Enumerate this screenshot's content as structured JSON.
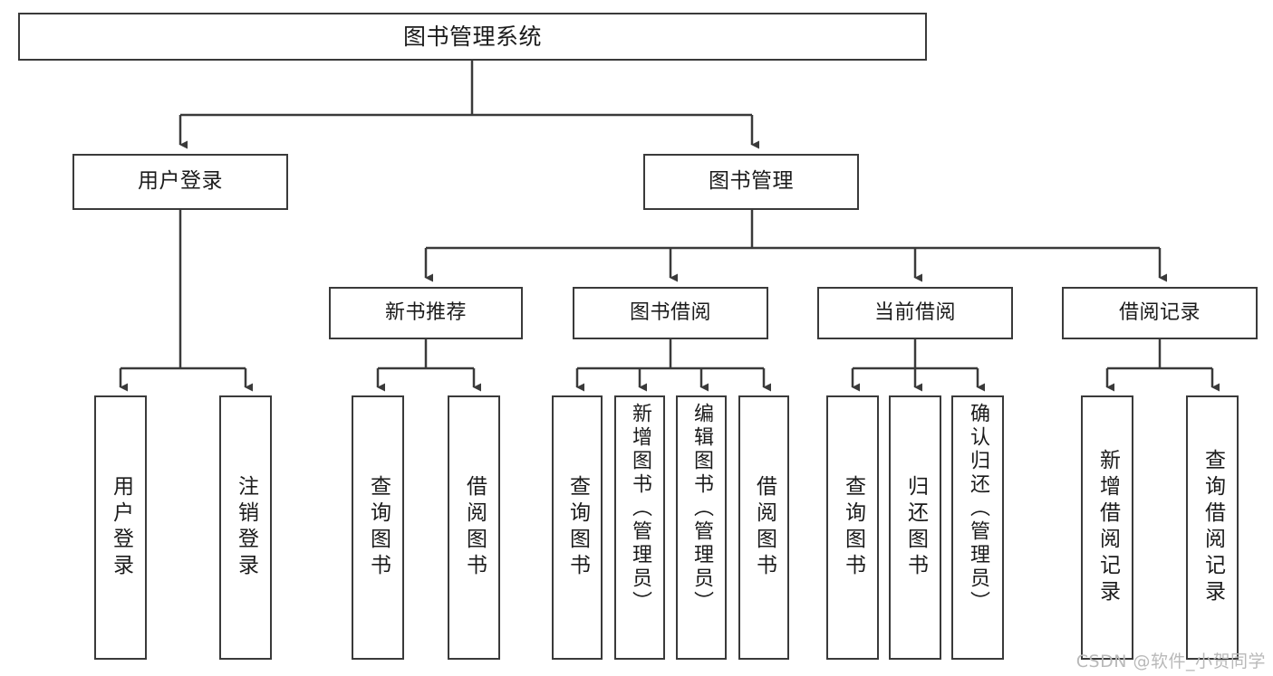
{
  "diagram": {
    "title_box": {
      "label": "图书管理系统"
    },
    "level2": [
      {
        "label": "用户登录"
      },
      {
        "label": "图书管理"
      }
    ],
    "level3": [
      {
        "label": "新书推荐"
      },
      {
        "label": "图书借阅"
      },
      {
        "label": "当前借阅"
      },
      {
        "label": "借阅记录"
      }
    ],
    "leaves": {
      "user_login": [
        {
          "label": "用户登录"
        },
        {
          "label": "注销登录"
        }
      ],
      "new_book": [
        {
          "label": "查询图书"
        },
        {
          "label": "借阅图书"
        }
      ],
      "book_borrow": [
        {
          "label": "查询图书"
        },
        {
          "label": "新增图书（管理员）"
        },
        {
          "label": "编辑图书（管理员）"
        },
        {
          "label": "借阅图书"
        }
      ],
      "current_borrow": [
        {
          "label": "查询图书"
        },
        {
          "label": "归还图书"
        },
        {
          "label": "确认归还（管理员）"
        }
      ],
      "borrow_record": [
        {
          "label": "新增借阅记录"
        },
        {
          "label": "查询借阅记录"
        }
      ]
    }
  },
  "watermark": {
    "text": "CSDN @软件_小贺同学"
  },
  "colors": {
    "line": "#3a3a3a",
    "text": "#1b1b1b",
    "background": "#ffffff",
    "watermark": "#b9b9b9"
  }
}
